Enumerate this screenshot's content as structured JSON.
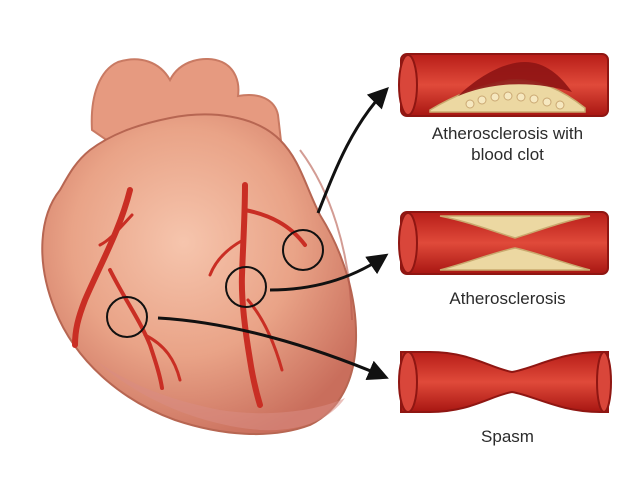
{
  "panels": [
    {
      "id": "clot",
      "caption_line1": "Atherosclerosis with",
      "caption_line2": "blood clot"
    },
    {
      "id": "athero",
      "caption_line1": "Atherosclerosis"
    },
    {
      "id": "spasm",
      "caption_line1": "Spasm"
    }
  ],
  "colors": {
    "vessel_wall": "#d8332c",
    "vessel_lumen": "#c0201c",
    "vessel_inner": "#e85a4a",
    "plaque": "#ecd8a2",
    "clot": "#8e1414",
    "heart_muscle": "#e9a387",
    "artery": "#c92e24",
    "arrow": "#111111",
    "text": "#2b2b2b"
  }
}
